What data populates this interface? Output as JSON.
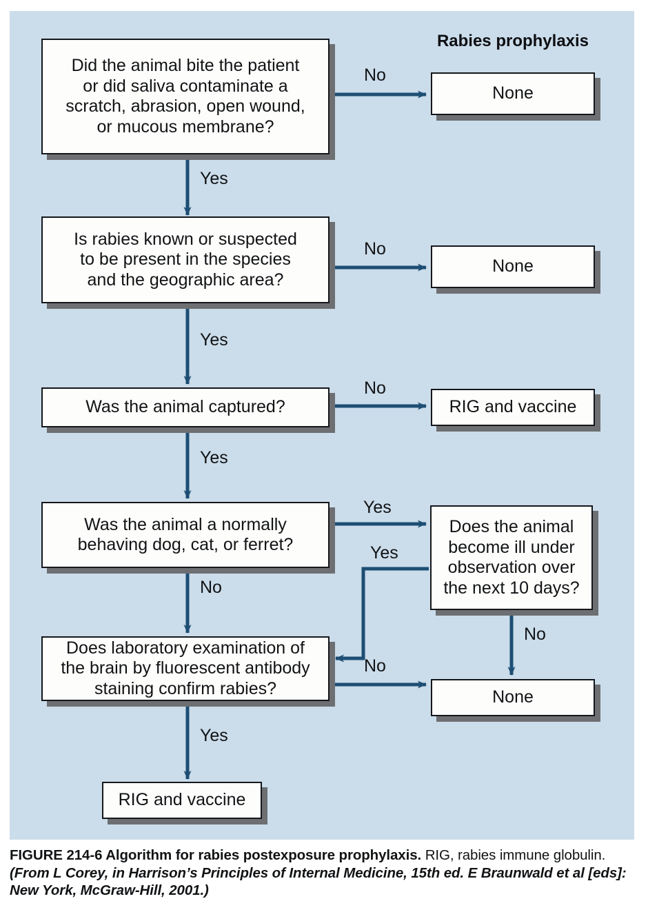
{
  "figure": {
    "panel_bg": "#cbdcea",
    "arrow_color": "#1d4e74",
    "box_fill": "#fdfdfb",
    "box_border": "#14161a",
    "shadow_color": "#6d6f72",
    "column_header": "Rabies prophylaxis"
  },
  "nodes": {
    "q1_exposure": "Did the animal bite the patient\nor did saliva contaminate a\nscratch, abrasion, open wound,\nor mucous membrane?",
    "q2_endemic": "Is rabies known or suspected\nto be present in the species\nand the geographic area?",
    "q3_captured": "Was the animal captured?",
    "q4_species": "Was the animal a normally\nbehaving dog, cat, or ferret?",
    "q5_observation": "Does the animal\nbecome ill under\nobservation over\nthe next 10 days?",
    "q6_lab": "Does laboratory examination of\nthe brain by fluorescent antibody\nstaining confirm rabies?",
    "out_none_1": "None",
    "out_none_2": "None",
    "out_none_3": "None",
    "out_rig_1": "RIG and vaccine",
    "out_rig_2": "RIG and vaccine"
  },
  "edge_labels": {
    "e1_no": "No",
    "e1_yes": "Yes",
    "e2_no": "No",
    "e2_yes": "Yes",
    "e3_no": "No",
    "e3_yes": "Yes",
    "e4_yes": "Yes",
    "e4_no": "No",
    "e5_yes": "Yes",
    "e5_no": "No",
    "e6_no": "No",
    "e6_yes": "Yes"
  },
  "caption": {
    "figure_label": "FIGURE 214-6 Algorithm for rabies postexposure prophylaxis.",
    "abbreviation": " RIG, rabies immune globulin.",
    "source": " (From L Corey, in Harrison’s Principles of Internal Medicine, 15th ed. E Braunwald et al [eds]: New York, McGraw-Hill, 2001.)"
  },
  "chart_data": {
    "type": "flowchart",
    "title": "Algorithm for rabies postexposure prophylaxis",
    "outcome_column_header": "Rabies prophylaxis",
    "decisions": [
      {
        "id": "q1_exposure",
        "text": "Did the animal bite the patient or did saliva contaminate a scratch, abrasion, open wound, or mucous membrane?"
      },
      {
        "id": "q2_endemic",
        "text": "Is rabies known or suspected to be present in the species and the geographic area?"
      },
      {
        "id": "q3_captured",
        "text": "Was the animal captured?"
      },
      {
        "id": "q4_species",
        "text": "Was the animal a normally behaving dog, cat, or ferret?"
      },
      {
        "id": "q5_observation",
        "text": "Does the animal become ill under observation over the next 10 days?"
      },
      {
        "id": "q6_lab",
        "text": "Does laboratory examination of the brain by fluorescent antibody staining confirm rabies?"
      }
    ],
    "outcomes": [
      {
        "id": "out_none_1",
        "text": "None"
      },
      {
        "id": "out_none_2",
        "text": "None"
      },
      {
        "id": "out_rig_1",
        "text": "RIG and vaccine"
      },
      {
        "id": "out_none_3",
        "text": "None"
      },
      {
        "id": "out_rig_2",
        "text": "RIG and vaccine"
      }
    ],
    "edges": [
      {
        "from": "q1_exposure",
        "to": "out_none_1",
        "label": "No"
      },
      {
        "from": "q1_exposure",
        "to": "q2_endemic",
        "label": "Yes"
      },
      {
        "from": "q2_endemic",
        "to": "out_none_2",
        "label": "No"
      },
      {
        "from": "q2_endemic",
        "to": "q3_captured",
        "label": "Yes"
      },
      {
        "from": "q3_captured",
        "to": "out_rig_1",
        "label": "No"
      },
      {
        "from": "q3_captured",
        "to": "q4_species",
        "label": "Yes"
      },
      {
        "from": "q4_species",
        "to": "q5_observation",
        "label": "Yes"
      },
      {
        "from": "q4_species",
        "to": "q6_lab",
        "label": "No"
      },
      {
        "from": "q5_observation",
        "to": "q6_lab",
        "label": "Yes"
      },
      {
        "from": "q5_observation",
        "to": "out_none_3",
        "label": "No"
      },
      {
        "from": "q6_lab",
        "to": "out_none_3",
        "label": "No"
      },
      {
        "from": "q6_lab",
        "to": "out_rig_2",
        "label": "Yes"
      }
    ]
  }
}
